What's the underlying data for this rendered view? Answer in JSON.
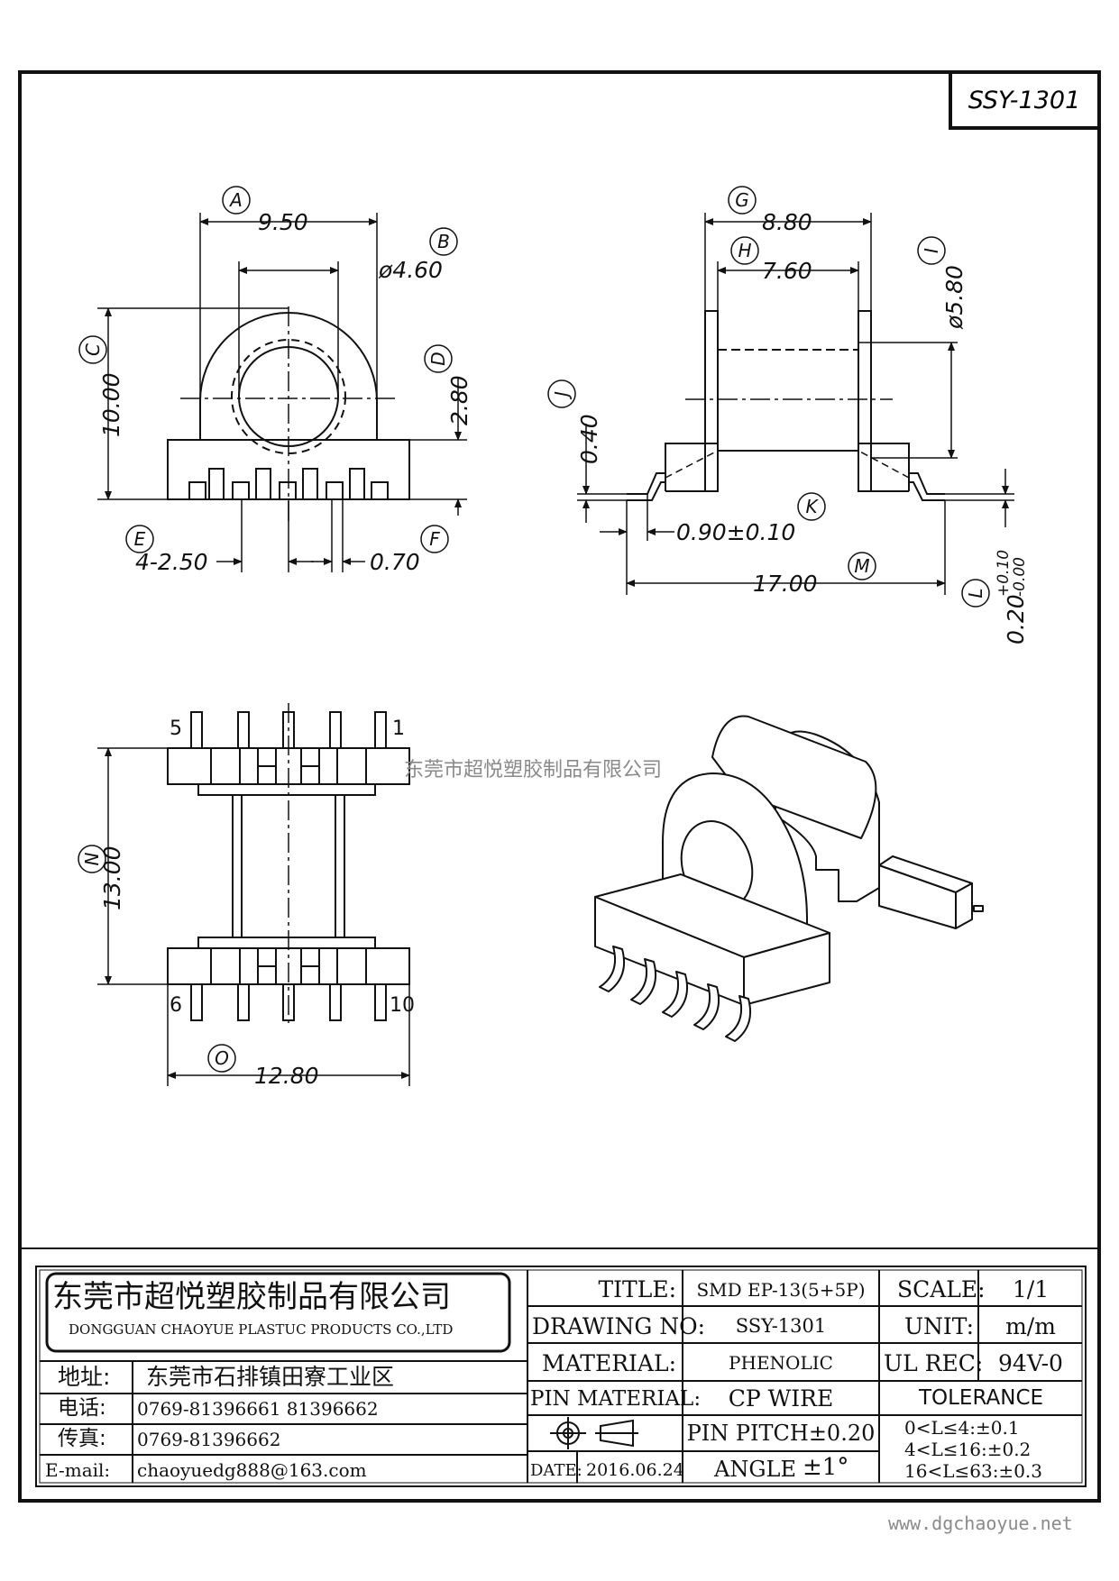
{
  "drawing_code": "SSY-1301",
  "dims": {
    "A": {
      "letter": "A",
      "value": "9.50"
    },
    "B": {
      "letter": "B",
      "value": "ø4.60"
    },
    "C": {
      "letter": "C",
      "value": "10.00"
    },
    "D": {
      "letter": "D",
      "value": "2.80"
    },
    "E": {
      "letter": "E",
      "value": "4-2.50"
    },
    "F": {
      "letter": "F",
      "value": "0.70"
    },
    "G": {
      "letter": "G",
      "value": "8.80"
    },
    "H": {
      "letter": "H",
      "value": "7.60"
    },
    "I": {
      "letter": "I",
      "value": "ø5.80"
    },
    "J": {
      "letter": "J",
      "value": "0.40"
    },
    "K": {
      "letter": "K",
      "value": "0.90±0.10"
    },
    "L": {
      "letter": "L",
      "value": "0.20",
      "tol_plus": "+0.10",
      "tol_minus": "-0.00"
    },
    "M": {
      "letter": "M",
      "value": "17.00"
    },
    "N": {
      "letter": "N",
      "value": "13.00"
    },
    "O": {
      "letter": "O",
      "value": "12.80"
    }
  },
  "pins": {
    "p5": "5",
    "p1": "1",
    "p6": "6",
    "p10": "10"
  },
  "watermark_center": "东莞市超悦塑胶制品有限公司",
  "watermark_url": "www.dgchaoyue.net",
  "company": {
    "name_cn": "东莞市超悦塑胶制品有限公司",
    "name_en": "DONGGUAN CHAOYUE PLASTUC PRODUCTS CO.,LTD",
    "address_label": "地址:",
    "address": "东莞市石排镇田寮工业区",
    "phone_label": "电话:",
    "phone": "0769-81396661  81396662",
    "fax_label": "传真:",
    "fax": "0769-81396662",
    "email_label": "E-mail:",
    "email": "chaoyuedg888@163.com"
  },
  "title_block": {
    "title_label": "TITLE:",
    "title": "SMD EP-13(5+5P)",
    "drawing_no_label": "DRAWING NO:",
    "drawing_no": "SSY-1301",
    "material_label": "MATERIAL:",
    "material": "PHENOLIC",
    "pin_material_label": "PIN MATERIAL:",
    "pin_material": "CP WIRE",
    "pin_pitch": "PIN PITCH±0.20",
    "angle_label": "ANGLE",
    "angle": "±1°",
    "date_label": "DATE:",
    "date": "2016.06.24",
    "scale_label": "SCALE:",
    "scale": "1/1",
    "unit_label": "UNIT:",
    "unit": "m/m",
    "ul_label": "UL REC:",
    "ul": "94V-0",
    "tolerance_label": "TOLERANCE",
    "tol1": "0<L≤4:±0.1",
    "tol2": "4<L≤16:±0.2",
    "tol3": "16<L≤63:±0.3"
  }
}
